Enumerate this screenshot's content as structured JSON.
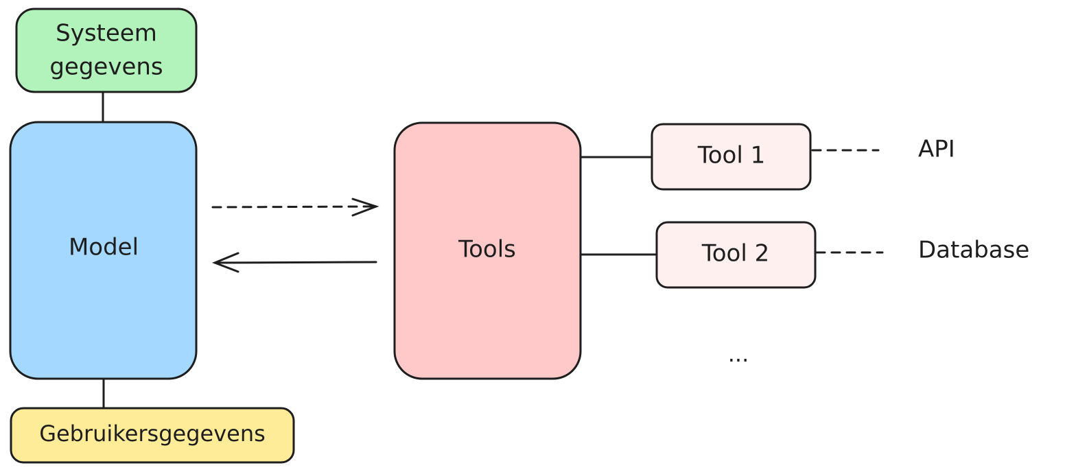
{
  "colors": {
    "stroke": "#1e1e1e",
    "system": "#b2f2bb",
    "model": "#a5d8ff",
    "tools": "#ffc9c9",
    "tool_item": "#fff0f0",
    "user": "#ffec99"
  },
  "nodes": {
    "system_data": {
      "line1": "Systeem",
      "line2": "gegevens"
    },
    "model": {
      "label": "Model"
    },
    "user_data": {
      "label": "Gebruikersgegevens"
    },
    "tools": {
      "label": "Tools"
    },
    "tool1": {
      "label": "Tool 1"
    },
    "tool2": {
      "label": "Tool 2"
    },
    "ellipsis": {
      "label": "..."
    }
  },
  "labels": {
    "tool1_target": "API",
    "tool2_target": "Database"
  }
}
